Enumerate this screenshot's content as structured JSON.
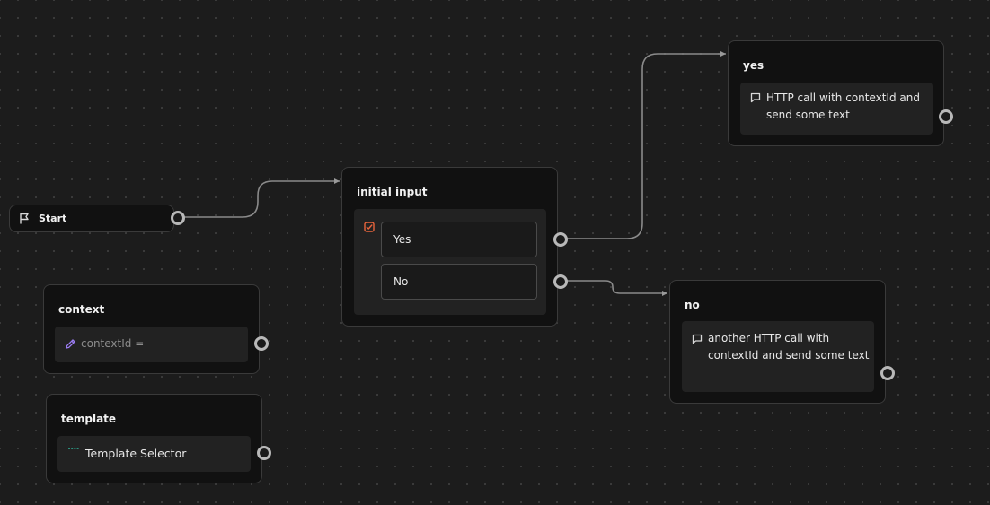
{
  "canvas": {
    "accent_color": "#e8643c",
    "edit_icon_color": "#9b7cf2",
    "template_icon_color": "#2eb39a"
  },
  "nodes": {
    "start": {
      "title": "Start",
      "icon": "flag-icon"
    },
    "initial_input": {
      "title": "initial input",
      "icon": "checkbox-icon",
      "options": [
        "Yes",
        "No"
      ]
    },
    "yes": {
      "title": "yes",
      "icon": "comment-icon",
      "text": "HTTP call with contextId and send some text"
    },
    "no": {
      "title": "no",
      "icon": "comment-icon",
      "text": "another HTTP call with contextId and send some text"
    },
    "context": {
      "title": "context",
      "icon": "pencil-icon",
      "text": "contextId ="
    },
    "template": {
      "title": "template",
      "icon": "template-icon",
      "text": "Template Selector"
    }
  }
}
